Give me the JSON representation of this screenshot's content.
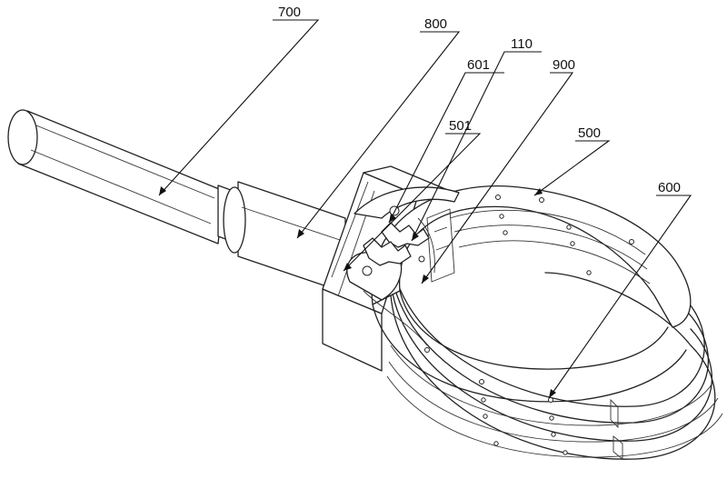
{
  "labels": {
    "l700": "700",
    "l800": "800",
    "l601": "601",
    "l110": "110",
    "l900": "900",
    "l501": "501",
    "l500": "500",
    "l600": "600"
  }
}
